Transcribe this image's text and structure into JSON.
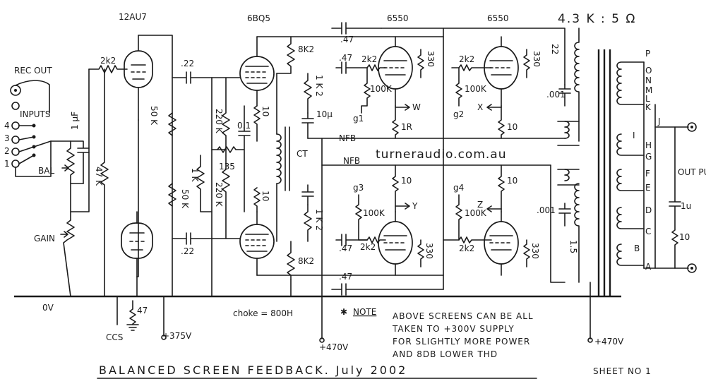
{
  "tubes": {
    "input": "12AU7",
    "driver": "6BQ5",
    "output_1": "6550",
    "output_2": "6550"
  },
  "ratio": "4.3 K : 5 Ω",
  "labels": {
    "rec_out": "REC OUT",
    "inputs": "INPUTS",
    "in1": "1",
    "in2": "2",
    "in3": "3",
    "in4": "4",
    "bal": "BAL",
    "gain": "GAIN",
    "zero_v": "0V",
    "ccs": "CCS",
    "b375": "+375V",
    "b470a": "+470V",
    "b470b": "+470V",
    "choke": "choke = 800H",
    "ct": "CT",
    "nfb_top": "NFB",
    "nfb_mid": "NFB",
    "website": "turneraudio.com.au",
    "output": "OUT PUT",
    "g1": "g1",
    "g2": "g2",
    "g3": "g3",
    "g4": "g4",
    "w": "W",
    "x": "X",
    "y": "Y",
    "z": "Z",
    "taps": [
      "P",
      "O",
      "N",
      "M",
      "L",
      "K",
      "J",
      "I",
      "H",
      "G",
      "F",
      "E",
      "D",
      "C",
      "B",
      "A"
    ]
  },
  "values": {
    "r_2k2_in": "2k2",
    "c_22_top": ".22",
    "c_22_bot": ".22",
    "r_50k_top": "50 K",
    "r_50k_bot": "50 K",
    "r_47k": "47 K",
    "c_1_bal": "1 μF",
    "r_47_ccs": "47",
    "r_220k_top": "220 K",
    "r_220k_bot": "220 K",
    "r_1k": "1 K",
    "r_135": "135",
    "c_01": "0.1",
    "r_8k2_top": "8K2",
    "r_8k2_bot": "8K2",
    "r_1k2_top": "1 K 2",
    "r_1k2_bot": "1 K 2",
    "c_10u": "10μ",
    "r_10_a": "10",
    "r_10_b": "10",
    "c_47_top": ".47",
    "c_47_mid": ".47",
    "c_47_low": ".47",
    "c_47_bot": ".47",
    "r_2k2_a": "2k2",
    "r_2k2_b": "2k2",
    "r_2k2_c": "2k2",
    "r_2k2_d": "2k2",
    "r_100k_a": "100K",
    "r_100k_b": "100K",
    "r_100k_c": "100K",
    "r_100k_d": "100K",
    "r_330_a": "330",
    "r_330_b": "330",
    "r_330_c": "330",
    "r_330_d": "330",
    "r_1r_a": "1R",
    "r_10_c": "10",
    "r_10_d": "10",
    "r_10_e": "10",
    "c_001_a": ".001",
    "c_001_b": ".001",
    "r_22_ot": "22",
    "r_1_5": "1.5",
    "c_1u_out": "1u",
    "r_10_out": "10"
  },
  "note": {
    "heading": "NOTE",
    "line1": "ABOVE SCREENS CAN BE ALL",
    "line2": "TAKEN TO +300V SUPPLY",
    "line3": "FOR SLIGHTLY MORE POWER",
    "line4": "AND 8DB LOWER THD"
  },
  "title": "BALANCED SCREEN FEEDBACK. July 2002",
  "sheet": "SHEET NO 1"
}
